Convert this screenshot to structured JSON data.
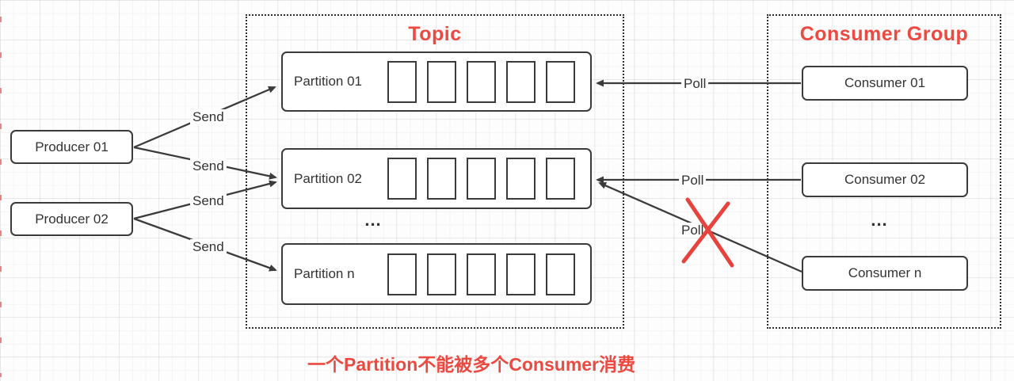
{
  "producers": [
    {
      "label": "Producer 01"
    },
    {
      "label": "Producer 02"
    }
  ],
  "topic": {
    "title": "Topic",
    "partitions": [
      {
        "label": "Partition 01"
      },
      {
        "label": "Partition 02"
      },
      {
        "label": "Partition n"
      }
    ],
    "slots_per_partition": 5,
    "ellipsis": "..."
  },
  "consumer_group": {
    "title": "Consumer Group",
    "consumers": [
      {
        "label": "Consumer 01"
      },
      {
        "label": "Consumer 02"
      },
      {
        "label": "Consumer n"
      }
    ],
    "ellipsis": "..."
  },
  "edge_labels": {
    "send": "Send",
    "poll": "Poll"
  },
  "caption": "一个Partition不能被多个Consumer消费",
  "colors": {
    "accent_red": "#ec4a41",
    "cross_red": "#e8423c",
    "stroke_dark": "#3b3b3b"
  }
}
